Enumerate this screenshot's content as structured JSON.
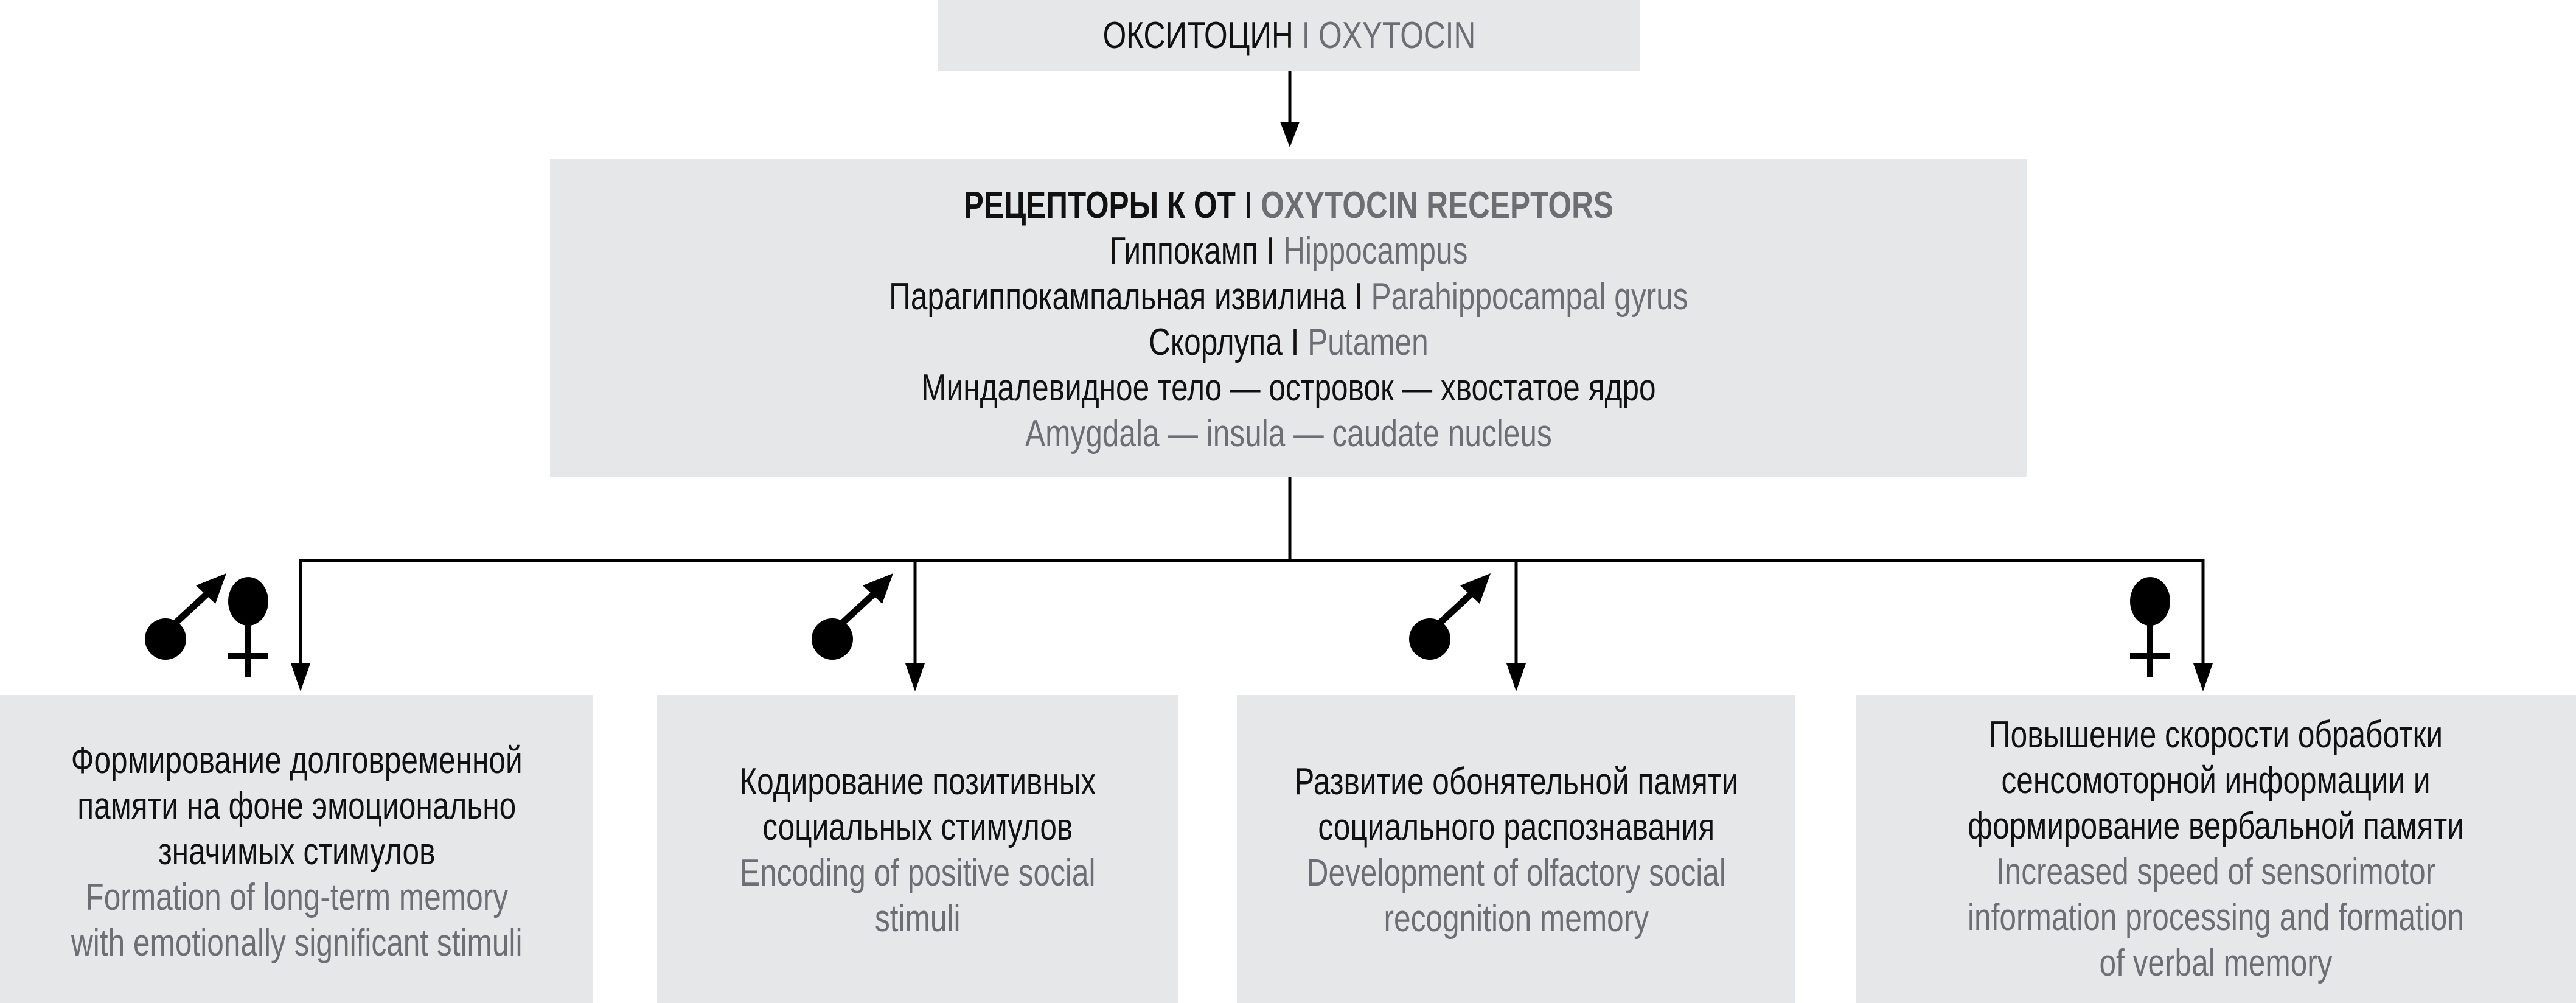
{
  "top": {
    "ru": "ОКСИТОЦИН",
    "sep": " I ",
    "en": "OXYTOCIN"
  },
  "receptors": {
    "title_ru": "РЕЦЕПТОРЫ К ОТ",
    "title_en": "OXYTOCIN RECEPTORS",
    "sep": " I ",
    "lines": [
      {
        "ru": "Гиппокамп",
        "en": "Hippocampus"
      },
      {
        "ru": "Парагиппокампальная извилина",
        "en": "Parahippocampal gyrus"
      },
      {
        "ru": "Скорлупа",
        "en": "Putamen"
      }
    ],
    "last_ru": "Миндалевидное тело — островок — хвостатое ядро",
    "last_en": "Amygdala — insula — caudate nucleus"
  },
  "effects": [
    {
      "sex": [
        "male",
        "female"
      ],
      "ru": [
        "Формирование долговременной",
        "памяти на фоне эмоционально",
        "значимых стимулов"
      ],
      "en": [
        "Formation of long-term memory",
        "with emotionally significant stimuli"
      ]
    },
    {
      "sex": [
        "male"
      ],
      "ru": [
        "Кодирование позитивных",
        "социальных стимулов"
      ],
      "en": [
        "Encoding of positive social",
        "stimuli"
      ]
    },
    {
      "sex": [
        "male"
      ],
      "ru": [
        "Развитие обонятельной памяти",
        "социального распознавания"
      ],
      "en": [
        "Development of olfactory social",
        "recognition memory"
      ]
    },
    {
      "sex": [
        "female"
      ],
      "ru": [
        "Повышение скорости обработки",
        "сенсомоторной информации и",
        "формирование вербальной памяти"
      ],
      "en": [
        "Increased speed of sensorimotor",
        "information processing and formation",
        "of verbal memory"
      ]
    }
  ]
}
